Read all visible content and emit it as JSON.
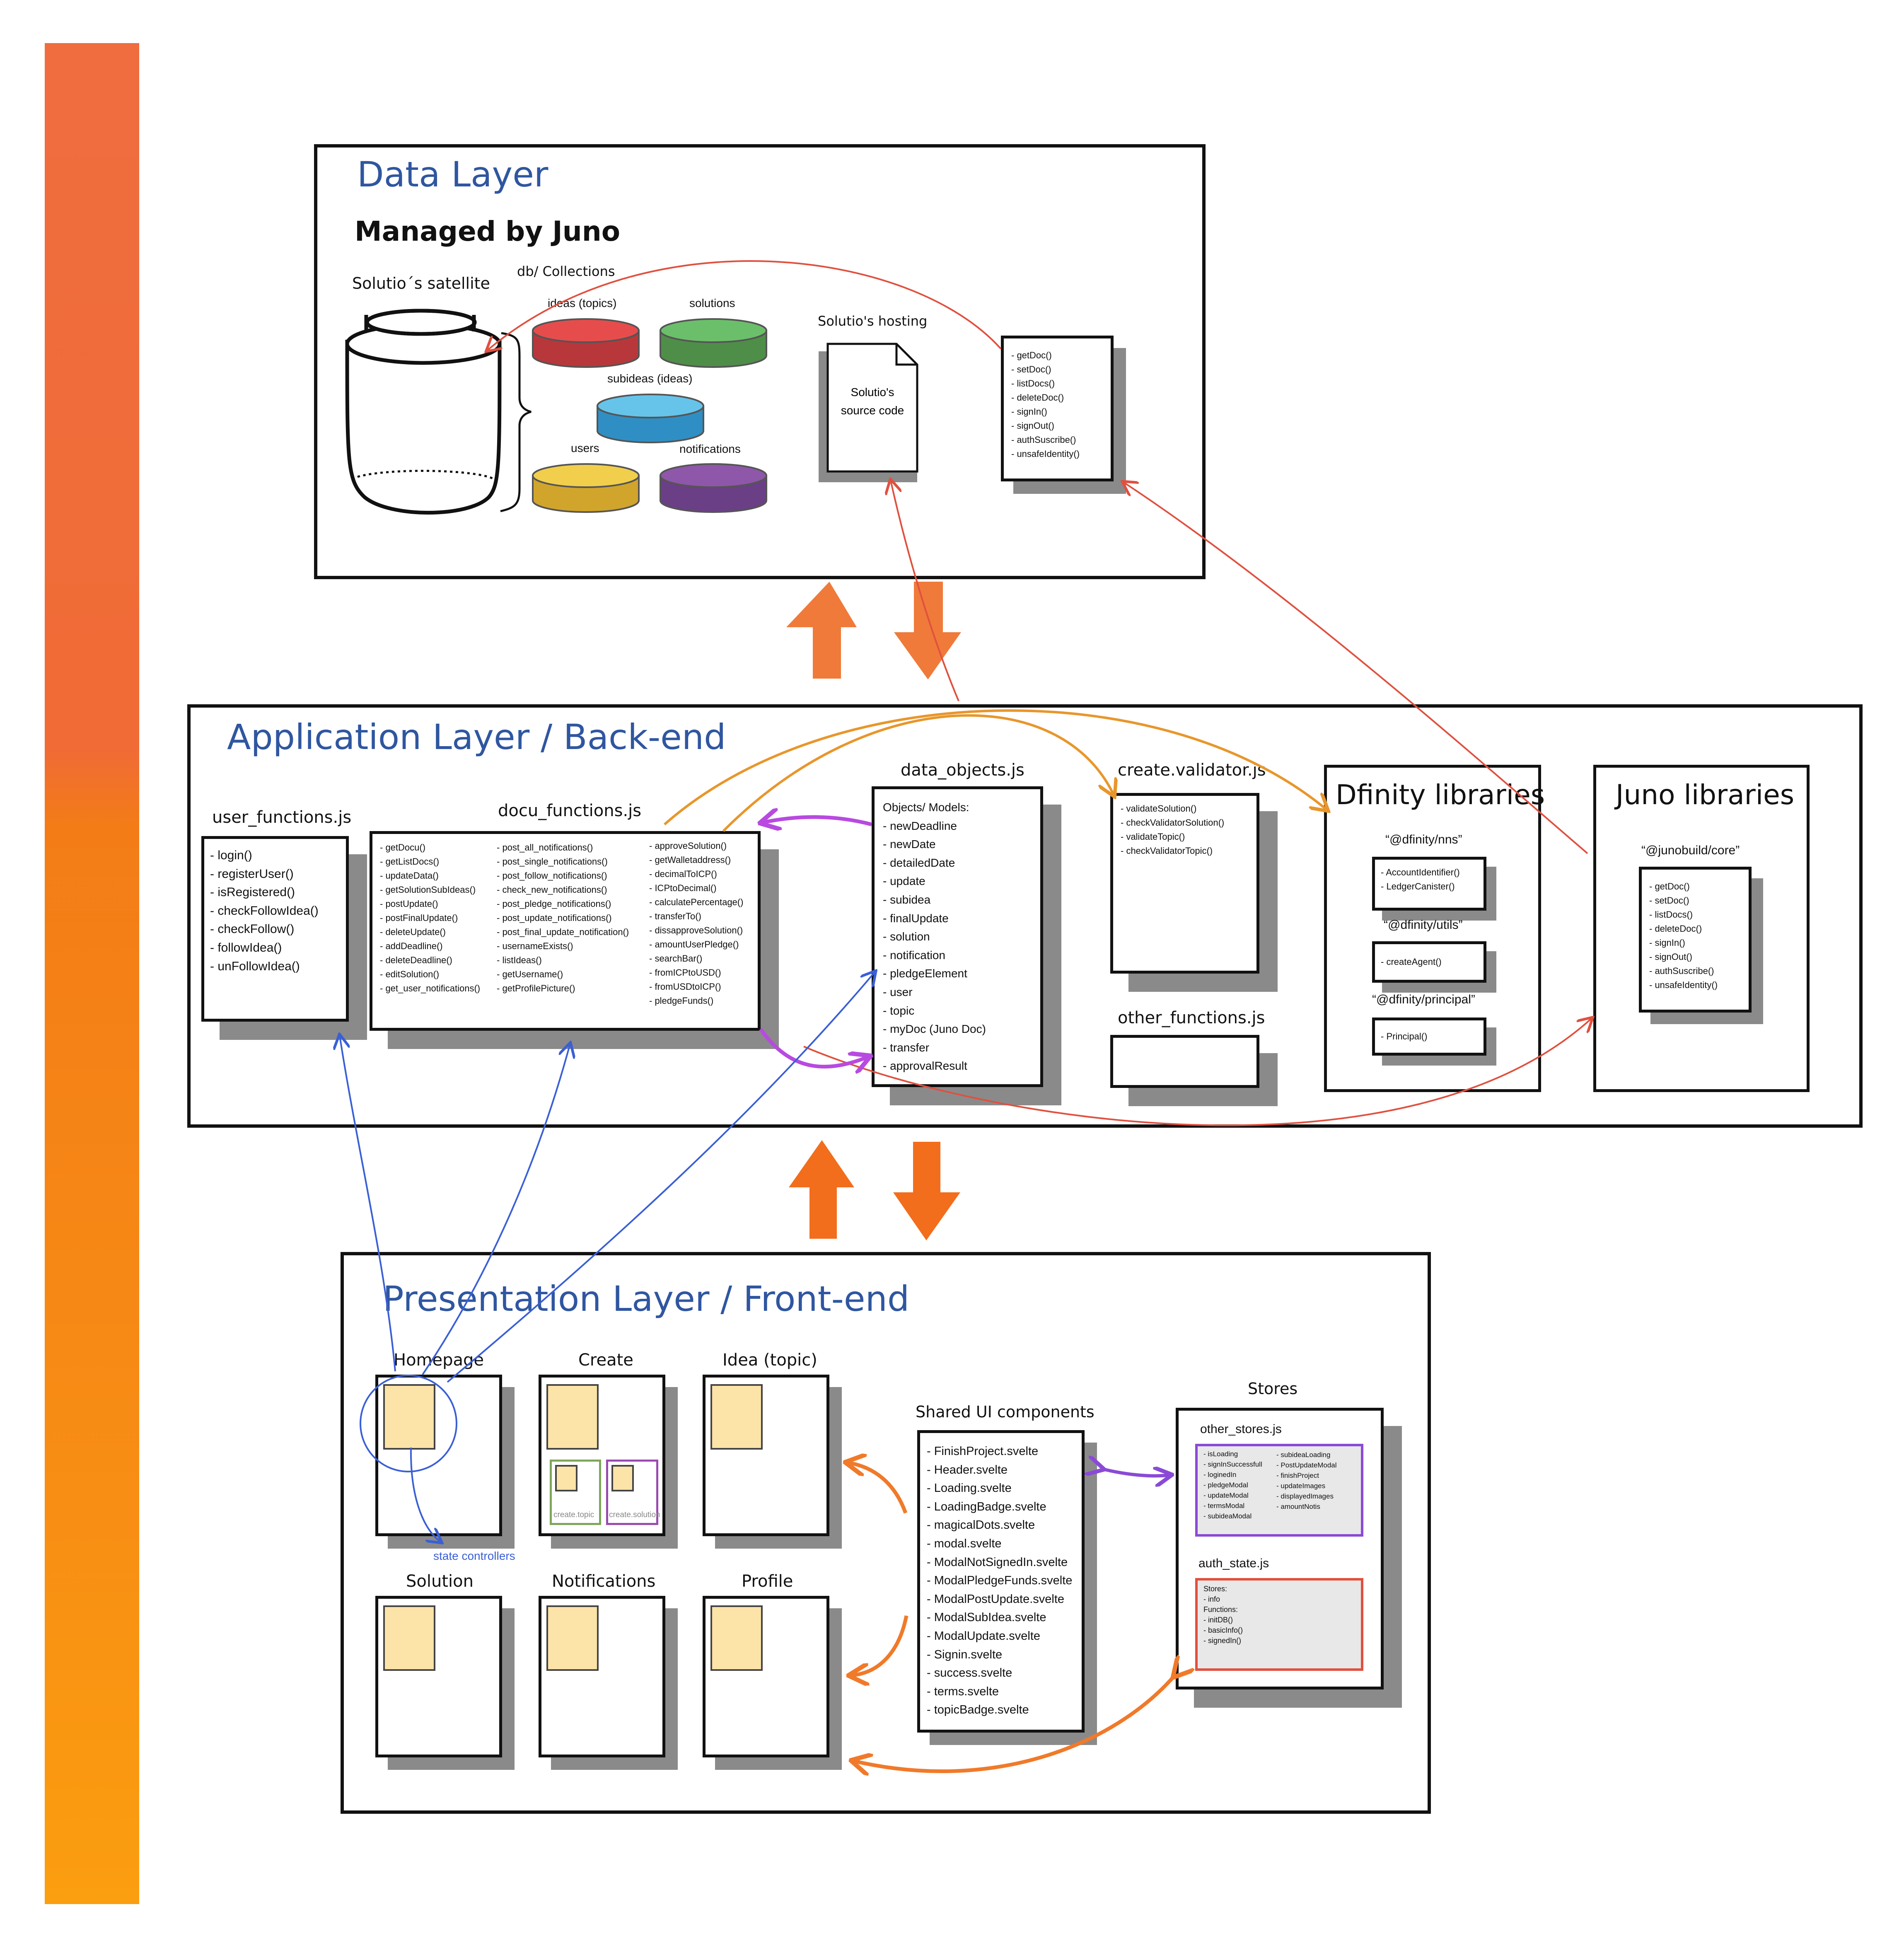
{
  "data_layer": {
    "title": "Data Layer",
    "subtitle": "Managed by Juno",
    "satellite_label": "Solutio´s satellite",
    "collections_label": "db/ Collections",
    "collections": [
      {
        "label": "ideas (topics)",
        "color": "#e74c4c"
      },
      {
        "label": "solutions",
        "color": "#6bbf6a"
      },
      {
        "label": "subideas (ideas)",
        "color": "#66c4ea"
      },
      {
        "label": "users",
        "color": "#f1cf4c"
      },
      {
        "label": "notifications",
        "color": "#8e57a9"
      }
    ],
    "hosting_label": "Solutio's hosting",
    "source_code_line1": "Solutio's",
    "source_code_line2": "source code",
    "juno_methods": [
      "- getDoc()",
      "- setDoc()",
      "- listDocs()",
      "- deleteDoc()",
      "- signIn()",
      "- signOut()",
      "- authSuscribe()",
      "- unsafeIdentity()"
    ]
  },
  "app_layer": {
    "title": "Application Layer / Back-end",
    "user_functions": {
      "title": "user_functions.js",
      "items": [
        "- login()",
        "- registerUser()",
        "- isRegistered()",
        "- checkFollowIdea()",
        "- checkFollow()",
        "- followIdea()",
        "- unFollowIdea()"
      ]
    },
    "docu_functions": {
      "title": "docu_functions.js",
      "col1": [
        "- getDocu()",
        "- getListDocs()",
        "- updateData()",
        "- getSolutionSubIdeas()",
        "- postUpdate()",
        "- postFinalUpdate()",
        "- deleteUpdate()",
        "- addDeadline()",
        "- deleteDeadline()",
        "- editSolution()",
        "- get_user_notifications()"
      ],
      "col2": [
        "- post_all_notifications()",
        "- post_single_notifications()",
        "- post_follow_notifications()",
        "- check_new_notifications()",
        "- post_pledge_notifications()",
        "- post_update_notifications()",
        "- post_final_update_notification()",
        "- usernameExists()",
        "- listIdeas()",
        "- getUsername()",
        "- getProfilePicture()"
      ],
      "col3": [
        "- approveSolution()",
        "- getWalletaddress()",
        "- decimalToICP()",
        "- ICPtoDecimal()",
        "- calculatePercentage()",
        "-  transferTo()",
        "- dissapproveSolution()",
        "- amountUserPledge()",
        "- searchBar()",
        "- fromICPtoUSD()",
        "- fromUSDtoICP()",
        "- pledgeFunds()"
      ]
    },
    "data_objects": {
      "title": "data_objects.js",
      "items": [
        "Objects/ Models:",
        "- newDeadline",
        "- newDate",
        "- detailedDate",
        "- update",
        "- subidea",
        "- finalUpdate",
        "- solution",
        "- notification",
        "- pledgeElement",
        "- user",
        "- topic",
        "- myDoc (Juno Doc)",
        "- transfer",
        "- approvalResult"
      ]
    },
    "create_validator": {
      "title": "create.validator.js",
      "items": [
        "- validateSolution()",
        "- checkValidatorSolution()",
        "- validateTopic()",
        "- checkValidatorTopic()"
      ]
    },
    "other_functions": {
      "title": "other_functions.js"
    },
    "dfinity": {
      "title": "Dfinity libraries",
      "nns_label": "“@dfinity/nns”",
      "nns_items": [
        "- AccountIdentifier()",
        "- LedgerCanister()"
      ],
      "utils_label": "“@dfinity/utils”",
      "utils_items": [
        "- createAgent()"
      ],
      "principal_label": "“@dfinity/principal”",
      "principal_items": [
        "- Principal()"
      ]
    },
    "juno": {
      "title": "Juno libraries",
      "pkg_label": "“@junobuild/core”",
      "items": [
        "- getDoc()",
        "- setDoc()",
        "- listDocs()",
        "- deleteDoc()",
        "- signIn()",
        "- signOut()",
        "- authSuscribe()",
        "- unsafeIdentity()"
      ]
    }
  },
  "presentation_layer": {
    "title": "Presentation Layer / Front-end",
    "pages": {
      "homepage": "Homepage",
      "create": "Create",
      "idea": "Idea (topic)",
      "solution": "Solution",
      "notifications": "Notifications",
      "profile": "Profile"
    },
    "create_topic": "create.topic",
    "create_solution": "create.solution",
    "state_controllers": "state controllers",
    "shared_ui": {
      "title": "Shared UI components",
      "items": [
        "- FinishProject.svelte",
        "- Header.svelte",
        "- Loading.svelte",
        "- LoadingBadge.svelte",
        "- magicalDots.svelte",
        "- modal.svelte",
        "- ModalNotSignedIn.svelte",
        "- ModalPledgeFunds.svelte",
        "- ModalPostUpdate.svelte",
        "- ModalSubIdea.svelte",
        "- ModalUpdate.svelte",
        "- Signin.svelte",
        "- success.svelte",
        "- terms.svelte",
        "- topicBadge.svelte"
      ]
    },
    "stores": {
      "title": "Stores",
      "other_stores_title": "other_stores.js",
      "other_col1": [
        "- isLoading",
        "- signInSuccessfull",
        "- loginedIn",
        "- pledgeModal",
        "- updateModal",
        "- termsModal",
        "- subideaModal"
      ],
      "other_col2": [
        "- subideaLoading",
        "- PostUpdateModal",
        "- finishProject",
        "- updateImages",
        "- displayedImages",
        "- amountNotis"
      ],
      "auth_state_title": "auth_state.js",
      "auth_items": [
        "Stores:",
        "- info",
        "Functions:",
        "- initDB()",
        "- basicInfo()",
        "- signedIn()"
      ]
    }
  },
  "colors": {
    "title_blue": "#2f56a0",
    "red_arrow": "#e0503f",
    "orange_arrow": "#e8962b",
    "purple_arrow": "#b84ae0",
    "blue_arrow": "#3a5fd6",
    "big_arrow": "#f07a3a"
  }
}
